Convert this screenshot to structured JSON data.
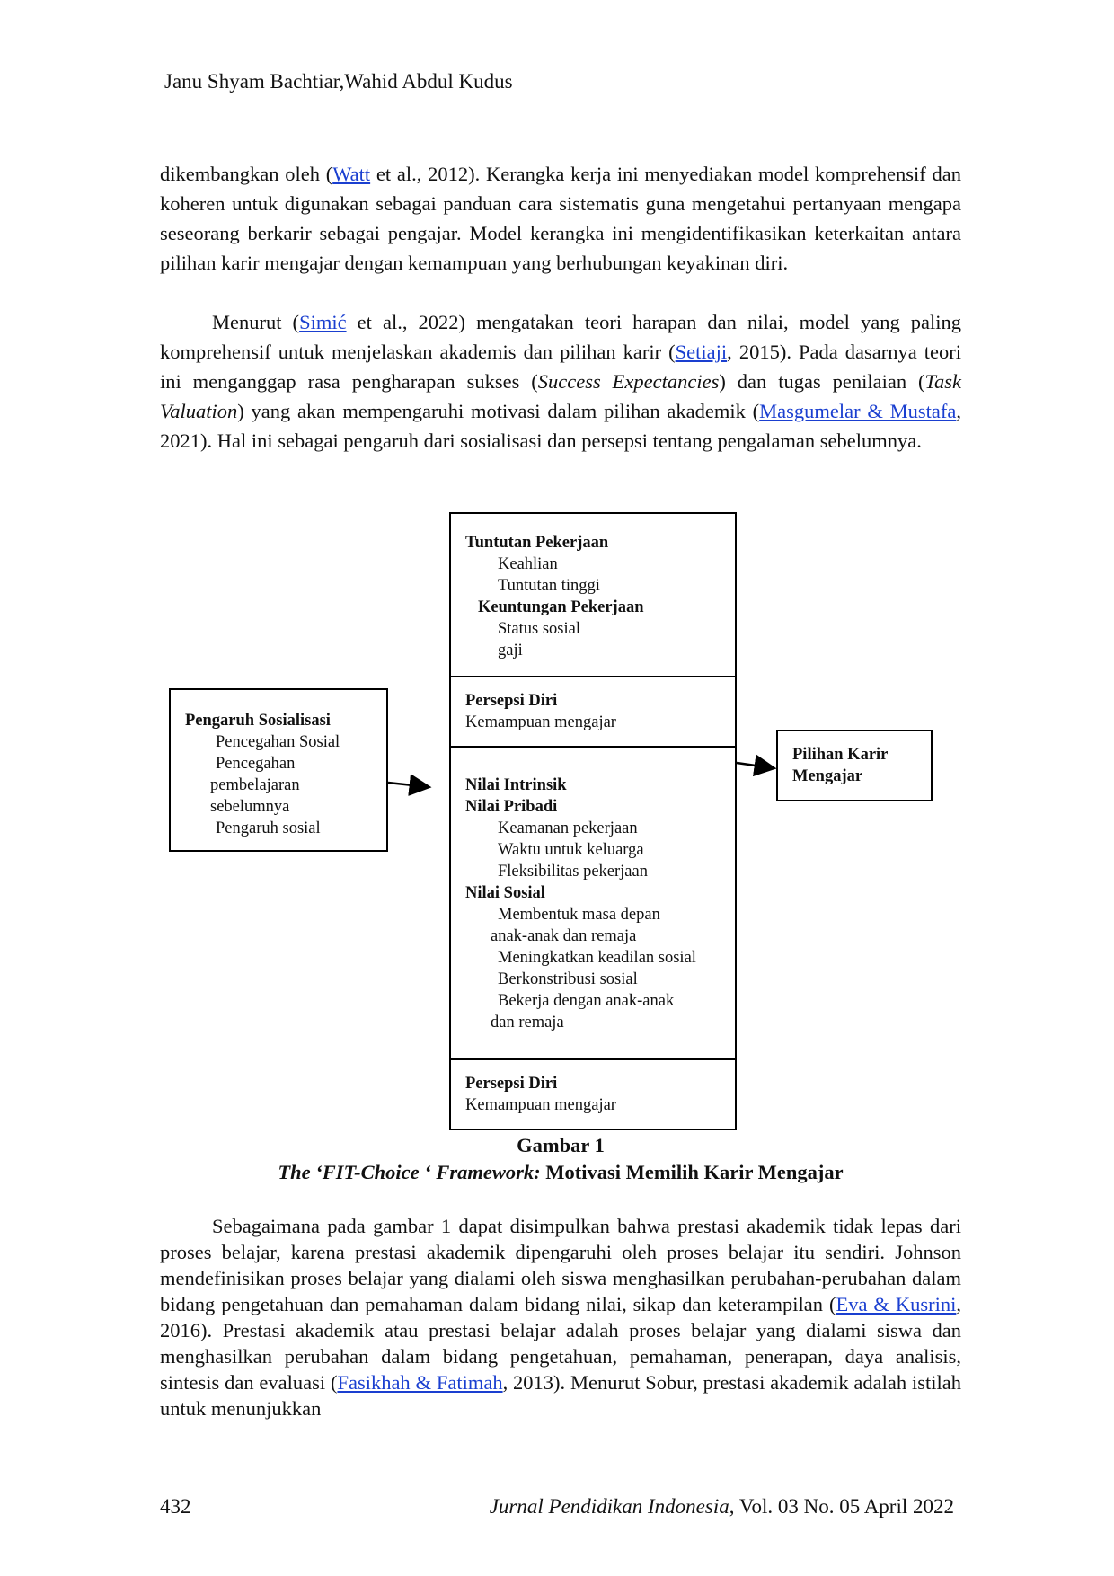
{
  "header": {
    "authors": "Janu Shyam Bachtiar,Wahid Abdul Kudus"
  },
  "para1": {
    "before": "dikembangkan oleh (",
    "link": "Watt",
    "after": " et al., 2012). Kerangka kerja ini menyediakan model komprehensif dan koheren untuk digunakan sebagai panduan cara sistematis guna mengetahui pertanyaan mengapa seseorang berkarir sebagai pengajar. Model kerangka ini mengidentifikasikan keterkaitan antara pilihan karir mengajar dengan kemampuan yang berhubungan keyakinan diri."
  },
  "para2": {
    "t1": "Menurut (",
    "link1": "Simić",
    "t2": " et al., 2022) mengatakan teori harapan dan nilai, model yang paling komprehensif untuk menjelaskan akademis dan pilihan karir (",
    "link2": "Setiaji",
    "t3": ", 2015). Pada dasarnya teori ini menganggap rasa pengharapan sukses (",
    "em1": "Success Expectancies",
    "t4": ") dan tugas penilaian (",
    "em2": "Task Valuation",
    "t5": ") yang akan mempengaruhi motivasi dalam pilihan akademik (",
    "link3": "Masgumelar & Mustafa",
    "t6": ", 2021). Hal ini sebagai pengaruh dari sosialisasi dan persepsi tentang pengalaman sebelumnya."
  },
  "diagram": {
    "left_box": {
      "title": "Pengaruh Sosialisasi",
      "items": [
        "Pencegahan Sosial",
        "Pencegahan",
        "pembelajaran",
        "sebelumnya",
        "Pengaruh sosial"
      ]
    },
    "center_top": {
      "title1": "Tuntutan Pekerjaan",
      "items1": [
        "Keahlian",
        "Tuntutan tinggi"
      ],
      "title2": "Keuntungan Pekerjaan",
      "items2": [
        "Status sosial",
        "gaji"
      ]
    },
    "center_persepsi1": {
      "title": "Persepsi Diri",
      "item": "Kemampuan mengajar"
    },
    "center_nilai": {
      "title1": "Nilai Intrinsik",
      "title2": "Nilai Pribadi",
      "pribadi": [
        "Keamanan pekerjaan",
        "Waktu untuk keluarga",
        "Fleksibilitas pekerjaan"
      ],
      "title3": "Nilai Sosial",
      "sosial": [
        "Membentuk masa depan",
        "anak-anak dan remaja",
        "Meningkatkan keadilan sosial",
        "Berkonstribusi sosial",
        "Bekerja dengan anak-anak",
        "dan remaja"
      ]
    },
    "center_persepsi2": {
      "title": "Persepsi Diri",
      "item": "Kemampuan mengajar"
    },
    "right_box": {
      "line1": "Pilihan Karir",
      "line2": "Mengajar"
    }
  },
  "caption": {
    "label": "Gambar 1",
    "italic": "The ‘FIT-Choice ‘ Framework:",
    "rest": " Motivasi Memilih Karir Mengajar"
  },
  "para3": {
    "t1": "Sebagaimana pada gambar 1 dapat disimpulkan bahwa prestasi akademik tidak lepas dari proses belajar, karena prestasi akademik dipengaruhi oleh proses belajar itu sendiri. Johnson mendefinisikan proses belajar yang dialami oleh siswa menghasilkan perubahan-perubahan dalam bidang pengetahuan dan pemahaman dalam bidang nilai, sikap dan keterampilan (",
    "link1": "Eva & Kusrini",
    "t2": ", 2016). Prestasi akademik atau prestasi belajar adalah proses belajar yang dialami siswa dan menghasilkan perubahan dalam bidang pengetahuan, pemahaman, penerapan, daya analisis, sintesis dan evaluasi (",
    "link2": "Fasikhah & Fatimah",
    "t3": ", 2013). Menurut Sobur, prestasi akademik adalah istilah untuk menunjukkan"
  },
  "footer": {
    "page": "432",
    "journal": "Jurnal Pendidikan Indonesia",
    "issue": ", Vol. 03 No. 05 April 2022"
  }
}
